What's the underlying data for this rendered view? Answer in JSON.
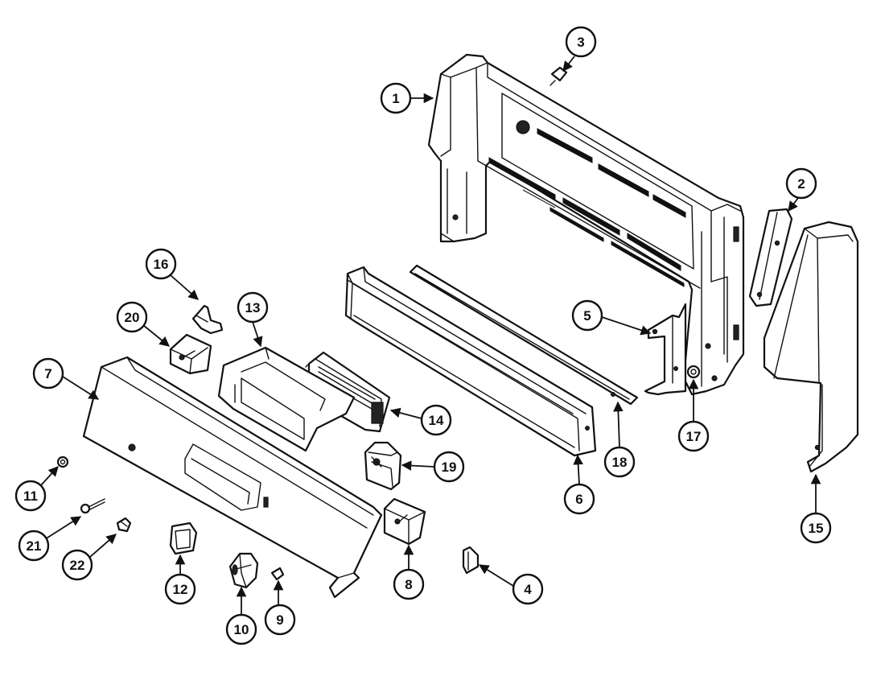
{
  "callouts": [
    {
      "label": "1"
    },
    {
      "label": "2"
    },
    {
      "label": "3"
    },
    {
      "label": "4"
    },
    {
      "label": "5"
    },
    {
      "label": "6"
    },
    {
      "label": "7"
    },
    {
      "label": "8"
    },
    {
      "label": "9"
    },
    {
      "label": "10"
    },
    {
      "label": "11"
    },
    {
      "label": "12"
    },
    {
      "label": "13"
    },
    {
      "label": "14"
    },
    {
      "label": "15"
    },
    {
      "label": "16"
    },
    {
      "label": "17"
    },
    {
      "label": "18"
    },
    {
      "label": "19"
    },
    {
      "label": "20"
    },
    {
      "label": "21"
    },
    {
      "label": "22"
    }
  ],
  "colors": {
    "ink": "#111111",
    "paper": "#ffffff"
  }
}
